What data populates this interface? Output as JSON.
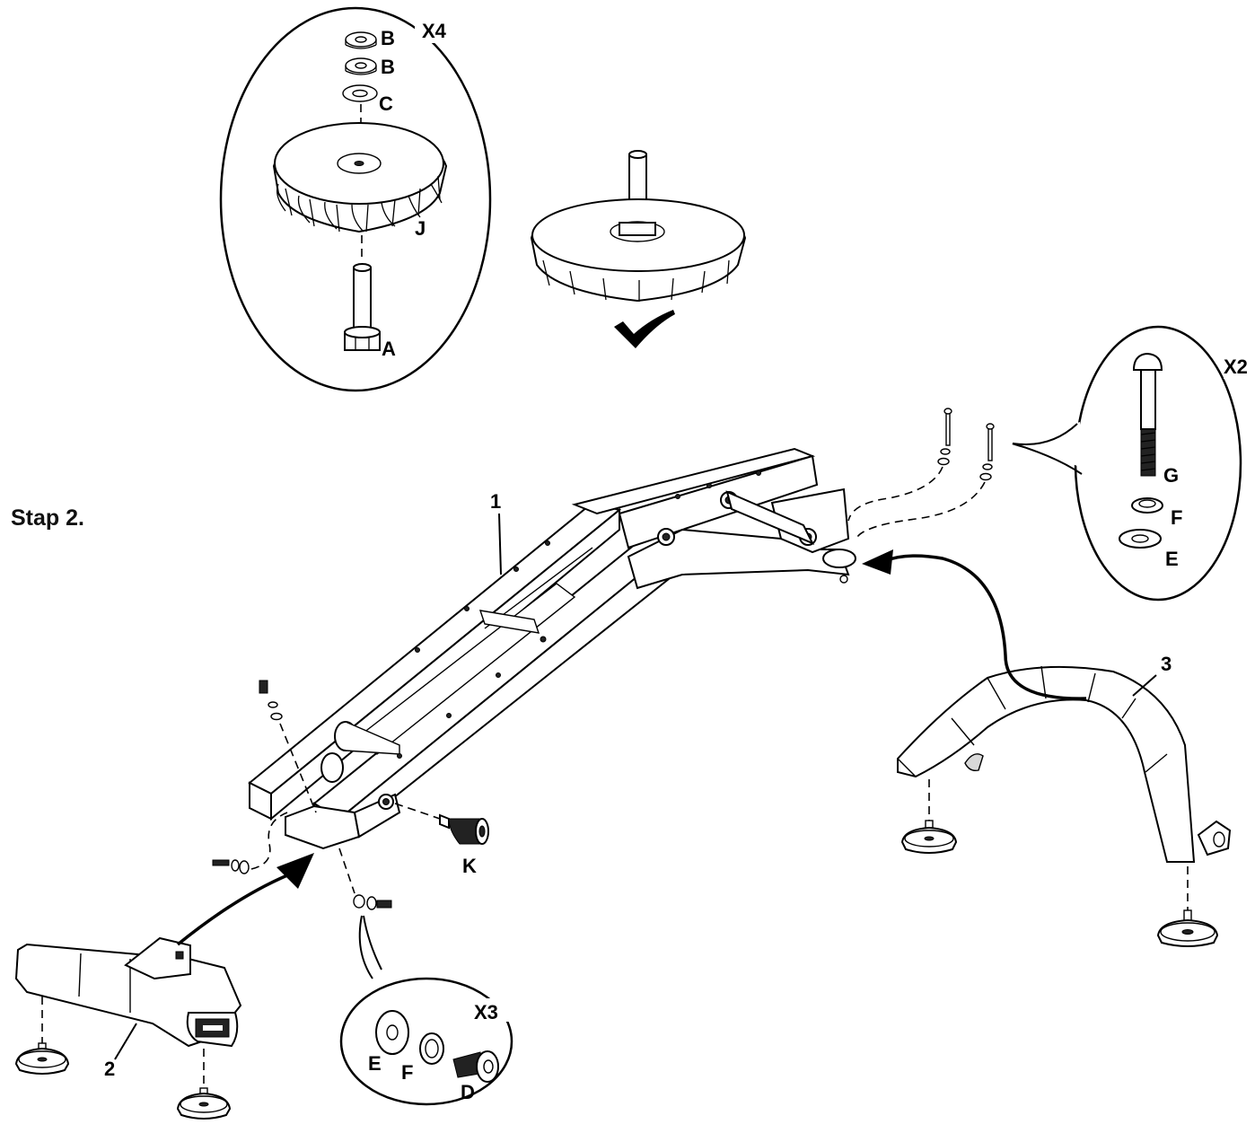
{
  "step_label": "Stap 2.",
  "callouts": {
    "feet_detail": {
      "quantity": "X4",
      "labels": {
        "nut_1": "B",
        "nut_2": "B",
        "washer": "C",
        "foot": "J",
        "bolt": "A"
      }
    },
    "rear_detail": {
      "quantity": "X2",
      "labels": {
        "bolt": "G",
        "spring_washer": "F",
        "flat_washer": "E"
      }
    },
    "front_detail": {
      "quantity": "X3",
      "labels": {
        "flat_washer": "E",
        "spring_washer": "F",
        "bolt": "D"
      }
    }
  },
  "part_numbers": {
    "main_frame": "1",
    "front_leg": "2",
    "rear_leg": "3",
    "knob": "K"
  }
}
